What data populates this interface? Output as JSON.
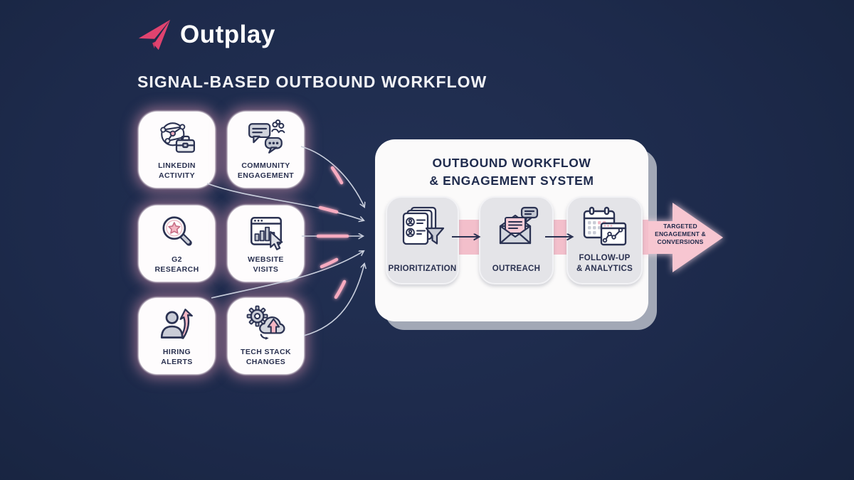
{
  "colors": {
    "background": "#1d2a4b",
    "brand_pink": "#e0436f",
    "glow_pink": "#f4a9bd",
    "band_pink": "#f3bfcb",
    "arrow_pink": "#f7c6d1",
    "navy_text": "#202c4e",
    "card_white": "#fefcfd",
    "step_gray": "#e4e4e8",
    "line_gray": "#c9cfdd"
  },
  "logo": {
    "name": "Outplay",
    "icon": "paper-plane-icon"
  },
  "heading": "SIGNAL-BASED OUTBOUND WORKFLOW",
  "signals": [
    {
      "label": "LINKEDIN\nACTIVITY",
      "icon": "network-briefcase-icon"
    },
    {
      "label": "COMMUNITY\nENGAGEMENT",
      "icon": "chat-bubbles-people-icon"
    },
    {
      "label": "G2\nRESEARCH",
      "icon": "magnifier-star-icon"
    },
    {
      "label": "WEBSITE\nVISITS",
      "icon": "browser-chart-cursor-icon"
    },
    {
      "label": "HIRING\nALERTS",
      "icon": "person-growth-arrow-icon"
    },
    {
      "label": "TECH STACK\nCHANGES",
      "icon": "gear-cloud-upload-icon"
    }
  ],
  "system": {
    "title": "OUTBOUND WORKFLOW\n& ENGAGEMENT SYSTEM",
    "steps": [
      {
        "label": "PRIORITIZATION",
        "icon": "contact-cards-funnel-icon"
      },
      {
        "label": "OUTREACH",
        "icon": "envelope-message-icon"
      },
      {
        "label": "FOLLOW-UP\n& ANALYTICS",
        "icon": "calendar-analytics-icon"
      }
    ]
  },
  "outcome": {
    "label": "TARGETED\nENGAGEMENT &\nCONVERSIONS",
    "icon": "big-right-arrow-icon"
  }
}
